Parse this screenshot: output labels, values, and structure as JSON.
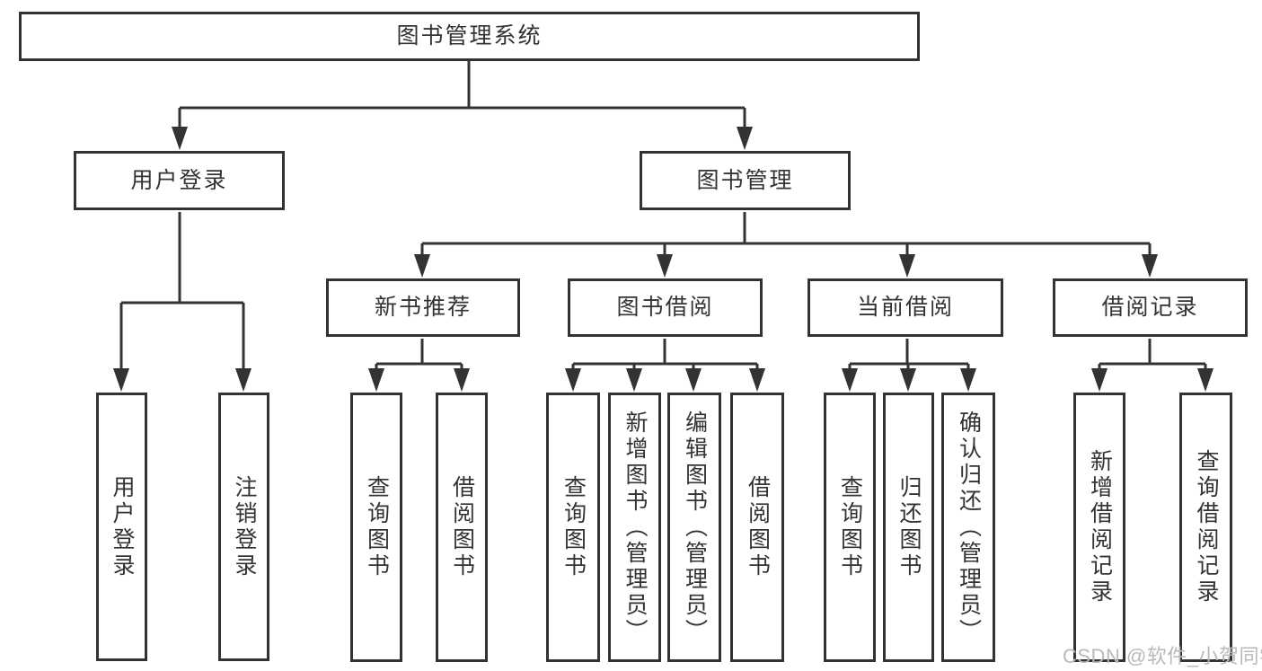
{
  "tree": {
    "root": {
      "label": "图书管理系统"
    },
    "level2": [
      {
        "label": "用户登录",
        "children": [
          {
            "label": "用户登录"
          },
          {
            "label": "注销登录"
          }
        ]
      },
      {
        "label": "图书管理",
        "children": [
          {
            "label": "新书推荐",
            "children": [
              {
                "label": "查询图书"
              },
              {
                "label": "借阅图书"
              }
            ]
          },
          {
            "label": "图书借阅",
            "children": [
              {
                "label": "查询图书"
              },
              {
                "label": "新增图书（管理员）"
              },
              {
                "label": "编辑图书（管理员）"
              },
              {
                "label": "借阅图书"
              }
            ]
          },
          {
            "label": "当前借阅",
            "children": [
              {
                "label": "查询图书"
              },
              {
                "label": "归还图书"
              },
              {
                "label": "确认归还（管理员）"
              }
            ]
          },
          {
            "label": "借阅记录",
            "children": [
              {
                "label": "新增借阅记录"
              },
              {
                "label": "查询借阅记录"
              }
            ]
          }
        ]
      }
    ]
  },
  "watermark": {
    "text": "CSDN @软件_小贺同学"
  },
  "colors": {
    "line": "#333333",
    "box_border": "#333333",
    "text": "#333333",
    "watermark": "#b9b9b9",
    "background": "#ffffff"
  }
}
